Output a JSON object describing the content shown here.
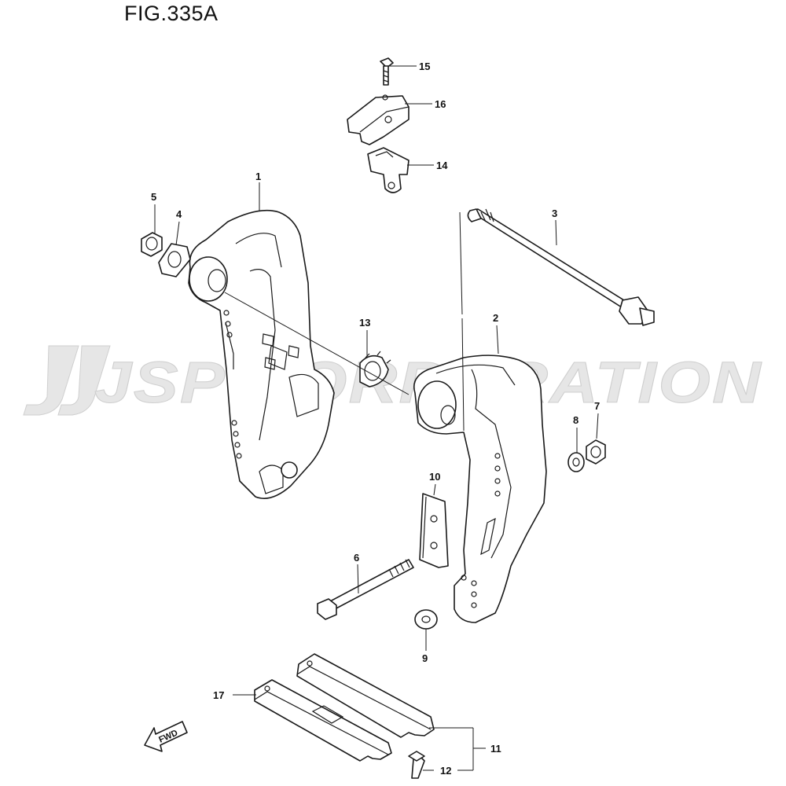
{
  "figure": {
    "title": "FIG.335A",
    "watermark": "JSP CORPORATION",
    "direction_label": "FWD"
  },
  "callouts": {
    "c1": "1",
    "c2": "2",
    "c3": "3",
    "c4": "4",
    "c5": "5",
    "c6": "6",
    "c7": "7",
    "c8": "8",
    "c9": "9",
    "c10": "10",
    "c11": "11",
    "c12": "12",
    "c13": "13",
    "c14": "14",
    "c15": "15",
    "c16": "16",
    "c17": "17"
  }
}
